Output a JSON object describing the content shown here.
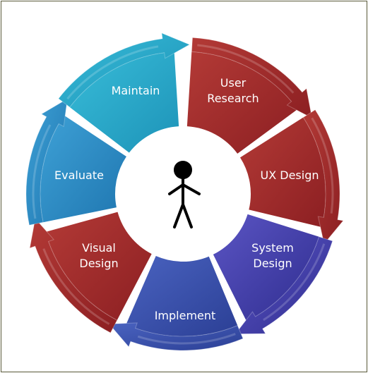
{
  "diagram": {
    "center": {
      "icon": "stick-figure-person-icon"
    },
    "segments": [
      {
        "id": "user-research",
        "lines": [
          "User",
          "Research"
        ],
        "color": "#a3282a"
      },
      {
        "id": "ux-design",
        "lines": [
          "UX Design"
        ],
        "color": "#a3282a"
      },
      {
        "id": "system-design",
        "lines": [
          "System",
          "Design"
        ],
        "color": "#3c3aa5"
      },
      {
        "id": "implement",
        "lines": [
          "Implement"
        ],
        "color": "#3a52aa"
      },
      {
        "id": "visual-design",
        "lines": [
          "Visual",
          "Design"
        ],
        "color": "#a3282a"
      },
      {
        "id": "evaluate",
        "lines": [
          "Evaluate"
        ],
        "color": "#2d8cc4"
      },
      {
        "id": "maintain",
        "lines": [
          "Maintain"
        ],
        "color": "#2ba8c8"
      }
    ]
  }
}
